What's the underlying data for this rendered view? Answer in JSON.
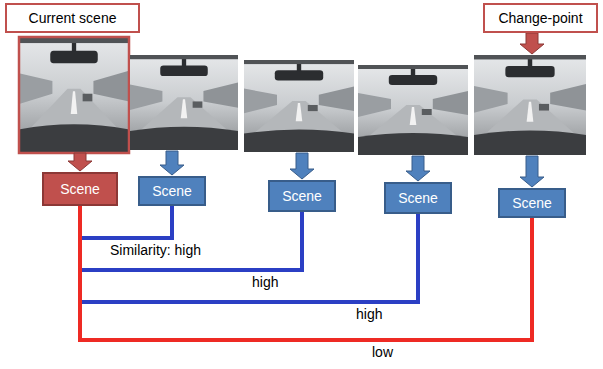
{
  "diagram": {
    "nodes": [
      {
        "text": [
          "Current scene"
        ]
      },
      {
        "text": [
          "Change-point"
        ]
      },
      {
        "text": [
          "Scene"
        ]
      },
      {
        "text": [
          "Scene"
        ]
      },
      {
        "text": [
          "Scene"
        ]
      },
      {
        "text": [
          "Scene"
        ]
      },
      {
        "text": [
          "Scene"
        ]
      }
    ],
    "edges": [
      {
        "from": 2,
        "to": 3,
        "arrow": "none",
        "label": "Similarity: high"
      },
      {
        "from": 2,
        "to": 4,
        "arrow": "none",
        "label": "high"
      },
      {
        "from": 2,
        "to": 5,
        "arrow": "none",
        "label": "high"
      },
      {
        "from": 2,
        "to": 6,
        "arrow": "none",
        "label": "low"
      }
    ]
  }
}
